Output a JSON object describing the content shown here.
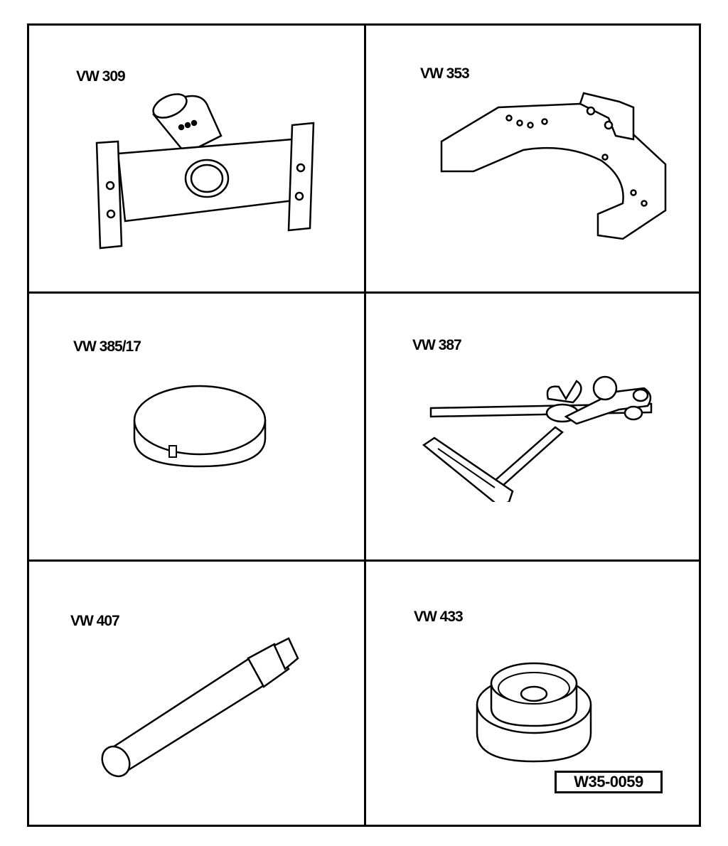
{
  "tools": [
    {
      "label": "VW 309",
      "icon": "bracket-tool-icon"
    },
    {
      "label": "VW 353",
      "icon": "mounting-plate-icon"
    },
    {
      "label": "VW 385/17",
      "icon": "disc-icon"
    },
    {
      "label": "VW 387",
      "icon": "dial-gauge-holder-icon"
    },
    {
      "label": "VW 407",
      "icon": "drift-icon"
    },
    {
      "label": "VW 433",
      "icon": "thrust-piece-icon"
    }
  ],
  "figure_code": "W35-0059"
}
